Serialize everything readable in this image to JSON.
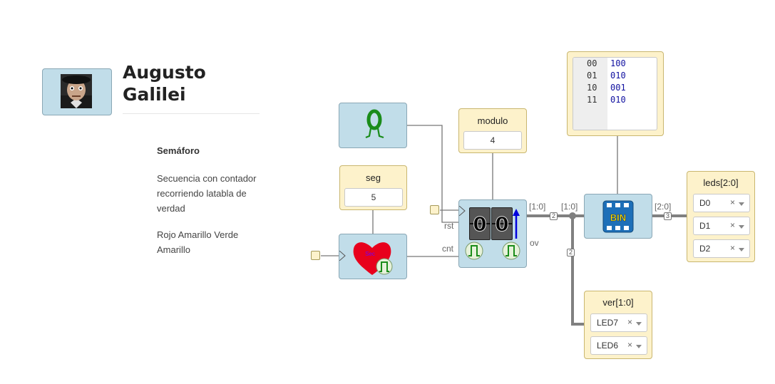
{
  "author": {
    "line1": "Augusto",
    "line2": "Galilei"
  },
  "project": {
    "title": "Semáforo",
    "description": "Secuencia con contador recorriendo latabla de verdad",
    "sequence": "Rojo Amarillo Verde Amarillo"
  },
  "blocks": {
    "seg": {
      "label": "seg",
      "value": "5"
    },
    "modulo": {
      "label": "modulo",
      "value": "4"
    },
    "counter": {
      "rst": "rst",
      "cnt": "cnt",
      "ov": "ov",
      "digits": [
        "0",
        "0"
      ]
    },
    "heart": {
      "text": "Sec"
    },
    "bin": {
      "text": "BIN"
    },
    "memory": {
      "rows": [
        {
          "addr": "00",
          "data": "100"
        },
        {
          "addr": "01",
          "data": "010"
        },
        {
          "addr": "10",
          "data": "001"
        },
        {
          "addr": "11",
          "data": "010"
        }
      ]
    },
    "leds": {
      "label": "leds[2:0]",
      "pins": [
        "D0",
        "D1",
        "D2"
      ]
    },
    "ver": {
      "label": "ver[1:0]",
      "pins": [
        "LED7",
        "LED6"
      ]
    }
  },
  "wires": {
    "bus_out": "[1:0]",
    "bus_mid": "[1:0]",
    "bus_leds": "[2:0]",
    "width2a": "2",
    "width2b": "2",
    "width3": "3"
  },
  "colors": {
    "block_blue": "#c1dde9",
    "block_yellow": "#fdf2cb",
    "mem_data": "#1010a0",
    "heart_red": "#e8001c"
  }
}
